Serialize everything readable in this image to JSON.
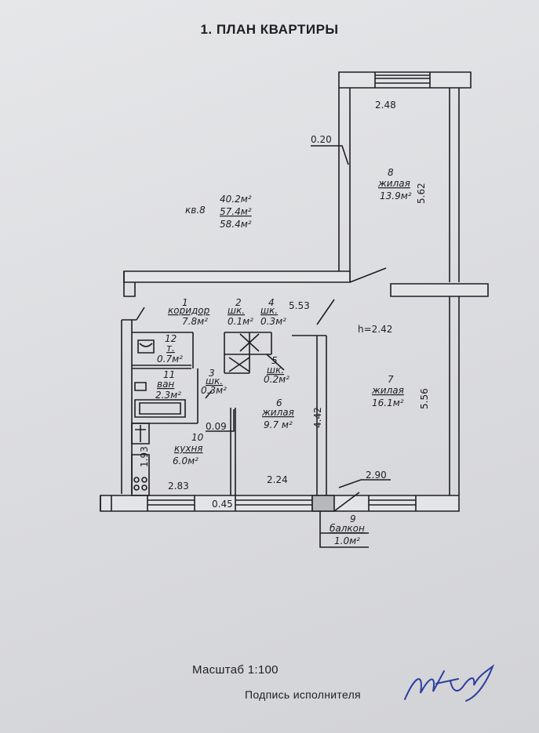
{
  "title": "1. ПЛАН КВАРТИРЫ",
  "apartment": {
    "label": "кв.8",
    "area_living": "40.2м²",
    "area_total": "57.4м²",
    "area_with_balcony": "58.4м²"
  },
  "ceiling_height": "h=2.42",
  "rooms": {
    "r1": {
      "num": "1",
      "name": "коридор",
      "area": "7.8м²"
    },
    "r2": {
      "num": "2",
      "name": "шк.",
      "area": "0.1м²"
    },
    "r3": {
      "num": "3",
      "name": "шк.",
      "area": "0.3м²"
    },
    "r4": {
      "num": "4",
      "name": "шк.",
      "area": "0.3м²"
    },
    "r5": {
      "num": "5",
      "name": "шк.",
      "area": "0.2м²"
    },
    "r6": {
      "num": "6",
      "name": "жилая",
      "area": "9.7 м²"
    },
    "r7": {
      "num": "7",
      "name": "жилая",
      "area": "16.1м²"
    },
    "r8": {
      "num": "8",
      "name": "жилая",
      "area": "13.9м²"
    },
    "r9": {
      "num": "9",
      "name": "балкон",
      "area": "1.0м²"
    },
    "r10": {
      "num": "10",
      "name": "кухня",
      "area": "6.0м²"
    },
    "r11": {
      "num": "11",
      "name": "ван",
      "area": "2.3м²"
    },
    "r12": {
      "num": "12",
      "name": "т.",
      "area": "0.7м²"
    }
  },
  "dimensions": {
    "d_248": "2.48",
    "d_020": "0.20",
    "d_562": "5.62",
    "d_553": "5.53",
    "d_556": "5.56",
    "d_442": "4.42",
    "d_009": "0.09",
    "d_193": "1.93",
    "d_283": "2.83",
    "d_224": "2.24",
    "d_290": "2.90",
    "d_045": "0.45"
  },
  "scale_text": "Масштаб  1:100",
  "signature_text": "Подпись исполнителя",
  "colors": {
    "ink": "#1e1e22",
    "signature": "#2c3f9e"
  }
}
